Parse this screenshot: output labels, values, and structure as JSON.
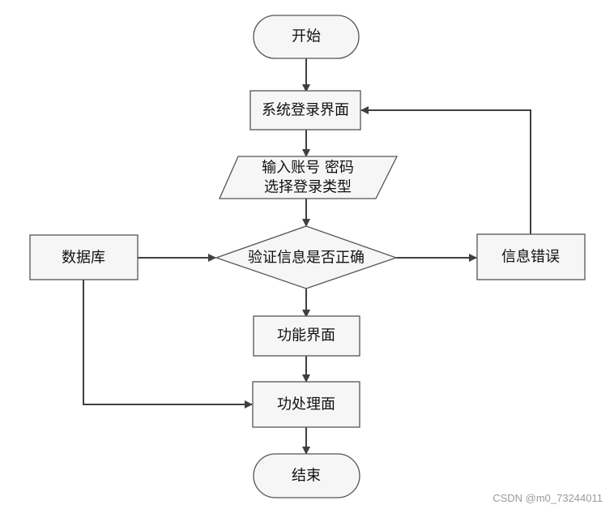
{
  "diagram": {
    "nodes": {
      "start": "开始",
      "login_page": "系统登录界面",
      "input_line1": "输入账号 密码",
      "input_line2": "选择登录类型",
      "database": "数据库",
      "verify": "验证信息是否正确",
      "error": "信息错误",
      "function_page": "功能界面",
      "process_page": "功处理面",
      "end": "结束"
    },
    "colors": {
      "fill": "#f6f6f6",
      "stroke": "#555555",
      "edge": "#3f3f3f"
    }
  },
  "watermark": "CSDN @m0_73244011"
}
